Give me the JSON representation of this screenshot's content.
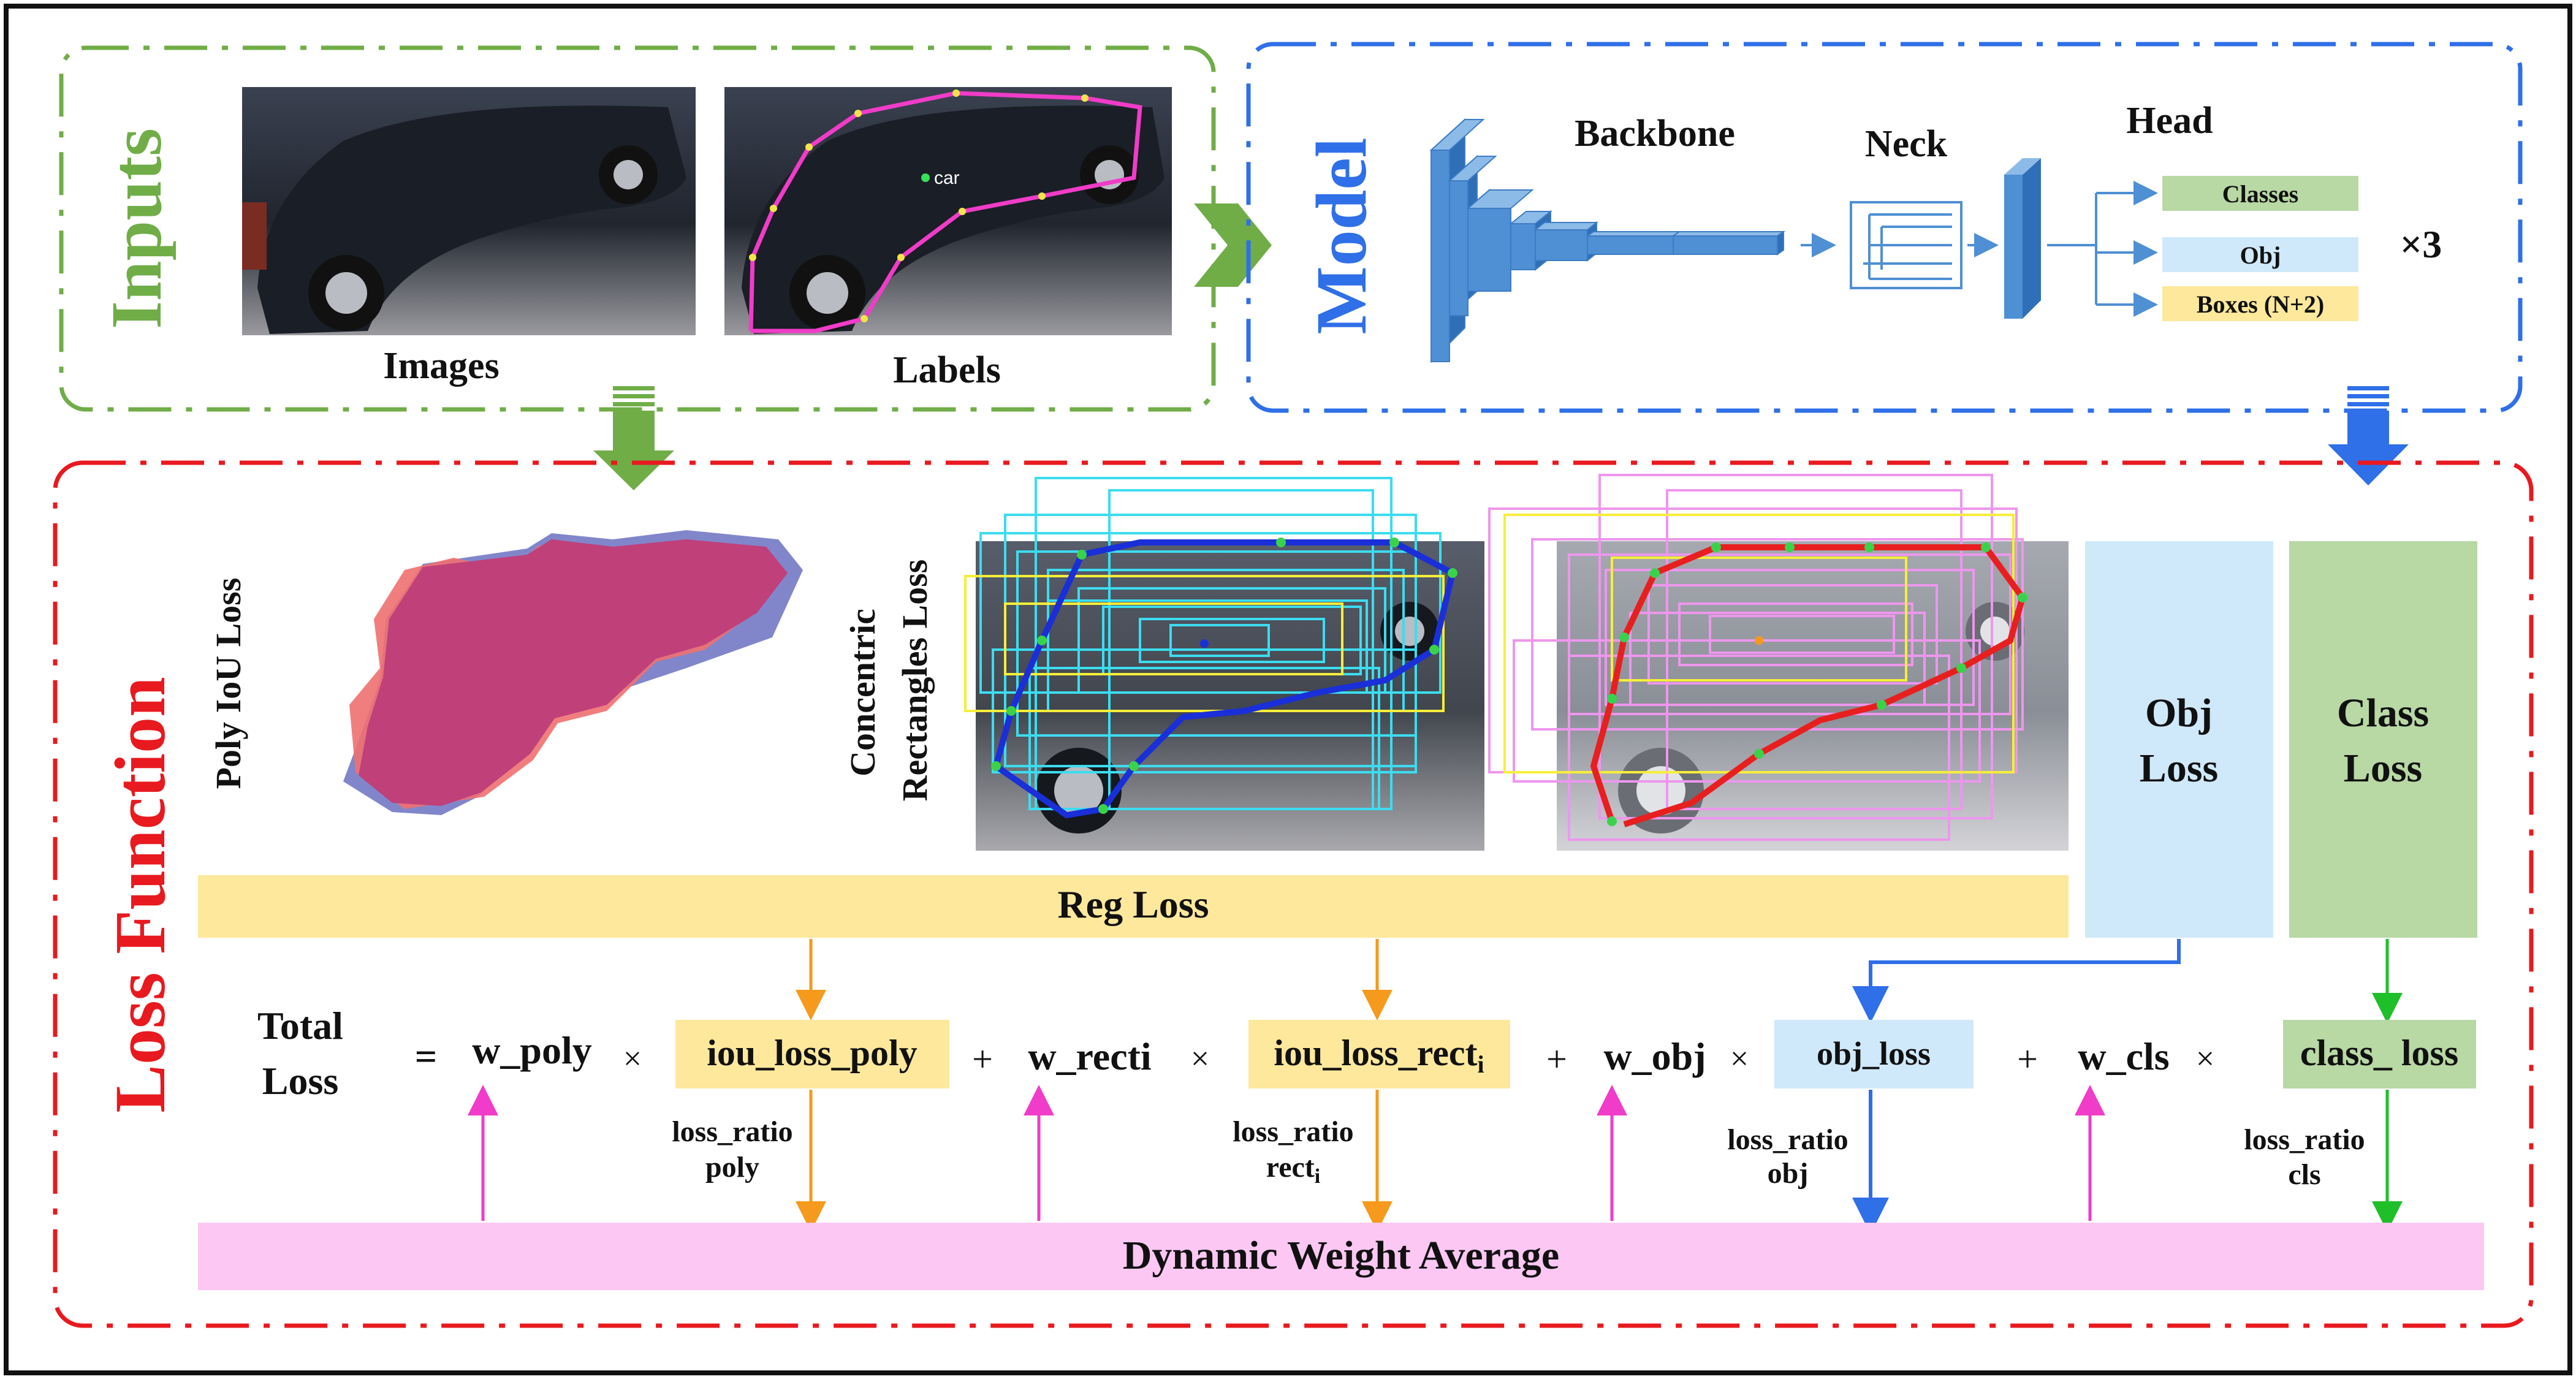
{
  "inputs": {
    "title": "Inputs",
    "images_label": "Images",
    "labels_label": "Labels",
    "car_tag": "car"
  },
  "model": {
    "title": "Model",
    "backbone": "Backbone",
    "neck": "Neck",
    "head": "Head",
    "outputs": [
      "Classes",
      "Obj",
      "Boxes (N+2)"
    ],
    "multiplier": "×3"
  },
  "loss": {
    "title": "Loss Function",
    "poly_iou": "Poly IoU Loss",
    "concentric": [
      "Concentric",
      "Rectangles  Loss"
    ],
    "obj_loss": [
      "Obj",
      "Loss"
    ],
    "class_loss": [
      "Class",
      "Loss"
    ],
    "reg_loss": "Reg  Loss",
    "total": [
      "Total",
      "Loss"
    ],
    "equals": "=",
    "terms": {
      "w_poly": "w_poly",
      "iou_loss_poly": "iou_loss_poly",
      "w_recti": "w_recti",
      "iou_loss_rect": "iou_loss_rect",
      "iou_loss_rect_sub": "i",
      "w_obj": "w_obj",
      "obj_loss": "obj_loss",
      "w_cls": "w_cls",
      "class_loss": "class_ loss"
    },
    "ops": {
      "times": "×",
      "plus": "+"
    },
    "ratios": {
      "poly": [
        "loss_ratio",
        "poly"
      ],
      "rect": [
        "loss_ratio",
        "rect"
      ],
      "rect_sub": "i",
      "obj": [
        "loss_ratio",
        "obj"
      ],
      "cls": [
        "loss_ratio",
        "cls"
      ]
    },
    "dwa": "Dynamic Weight Average"
  },
  "colors": {
    "green": "#70ad47",
    "blue": "#2f6fe8",
    "red": "#e8191f",
    "yellow": "#fde89c",
    "light_blue": "#cfe9fb",
    "light_green": "#b8d8a4",
    "pink": "#fcc7f3",
    "magenta": "#f03cc8",
    "orange": "#f59a1c",
    "cyan": "#3cdcf0",
    "block_blue": "#4f8fd4"
  }
}
